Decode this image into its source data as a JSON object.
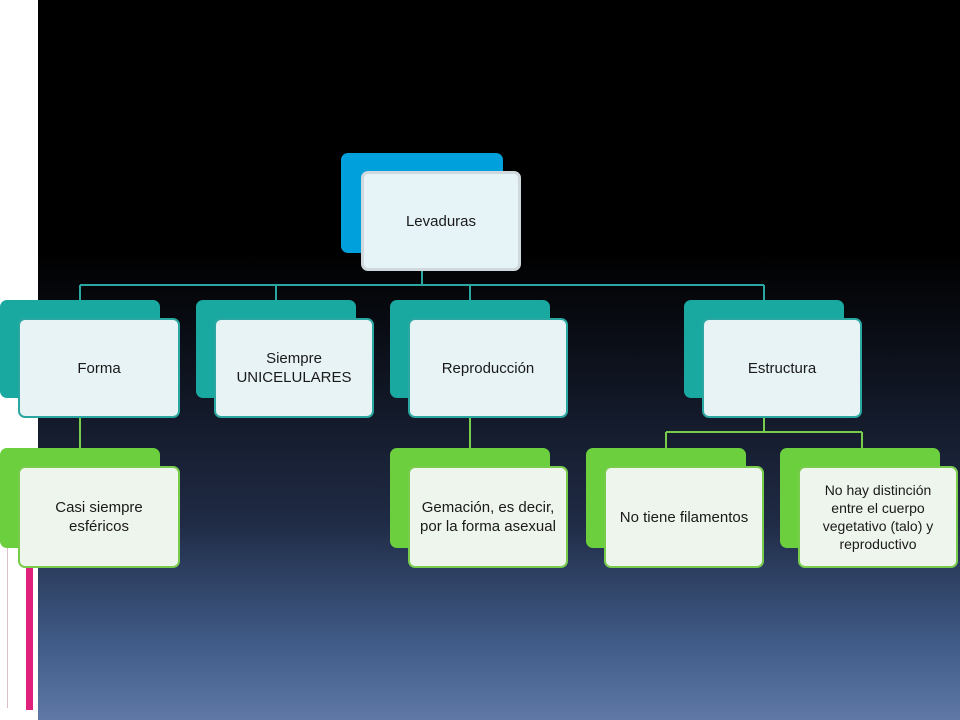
{
  "diagram": {
    "root": "Levaduras",
    "branches": [
      {
        "label": "Forma",
        "child": "Casi siempre esféricos"
      },
      {
        "label": "Siempre UNICELULARES"
      },
      {
        "label": "Reproducción",
        "child": "Gemación, es decir, por la forma asexual"
      },
      {
        "label": "Estructura",
        "children": [
          "No tiene filamentos",
          "No hay distinción entre el cuerpo vegetativo (talo) y reproductivo"
        ]
      }
    ]
  },
  "colors": {
    "root_back": "#00a0dc",
    "level1_back": "#1aa9a0",
    "level2_back": "#6ccf3e",
    "connector_teal": "#2aa7a0",
    "connector_green": "#78cc4c",
    "accent_magenta": "#e0207a"
  }
}
